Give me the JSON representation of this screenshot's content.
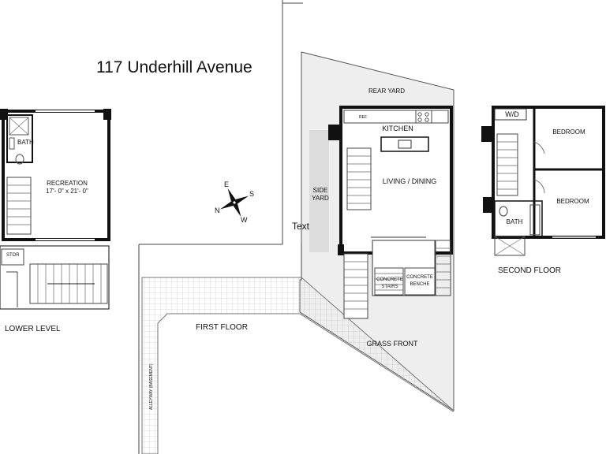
{
  "title": "117 Underhill Avenue",
  "lower_level": {
    "name": "LOWER LEVEL",
    "bath": "BATH",
    "recreation": "RECREATION",
    "recreation_size": "17'- 0\" x 21'- 0\"",
    "storage": "STOR"
  },
  "first_floor": {
    "name": "FIRST FLOOR",
    "rear_yard": "REAR YARD",
    "kitchen": "KITCHEN",
    "living_dining": "LIVING / DINING",
    "side_yard_1": "SIDE",
    "side_yard_2": "YARD",
    "text_note": "Text",
    "ref": "REF",
    "concrete_stairs_1": "CONCRETE",
    "concrete_stairs_2": "STAIRS",
    "concrete_bench_1": "CONCRETE",
    "concrete_bench_2": "BENCHE",
    "grass_front": "GRASS FRONT",
    "alleyway": "ALLEYWAY (BASEMENT)"
  },
  "second_floor": {
    "name": "SECOND FLOOR",
    "wd": "W/D",
    "bedroom_1": "BEDROOM",
    "bedroom_2": "BEDROOM",
    "bath": "BATH"
  },
  "compass": {
    "n": "N",
    "e": "E",
    "s": "S",
    "w": "W"
  },
  "colors": {
    "wall": "#111111",
    "yard_fill": "#eeeeee",
    "side_yard_fill": "#d8d8d8",
    "grid": "#bbbbbb"
  }
}
